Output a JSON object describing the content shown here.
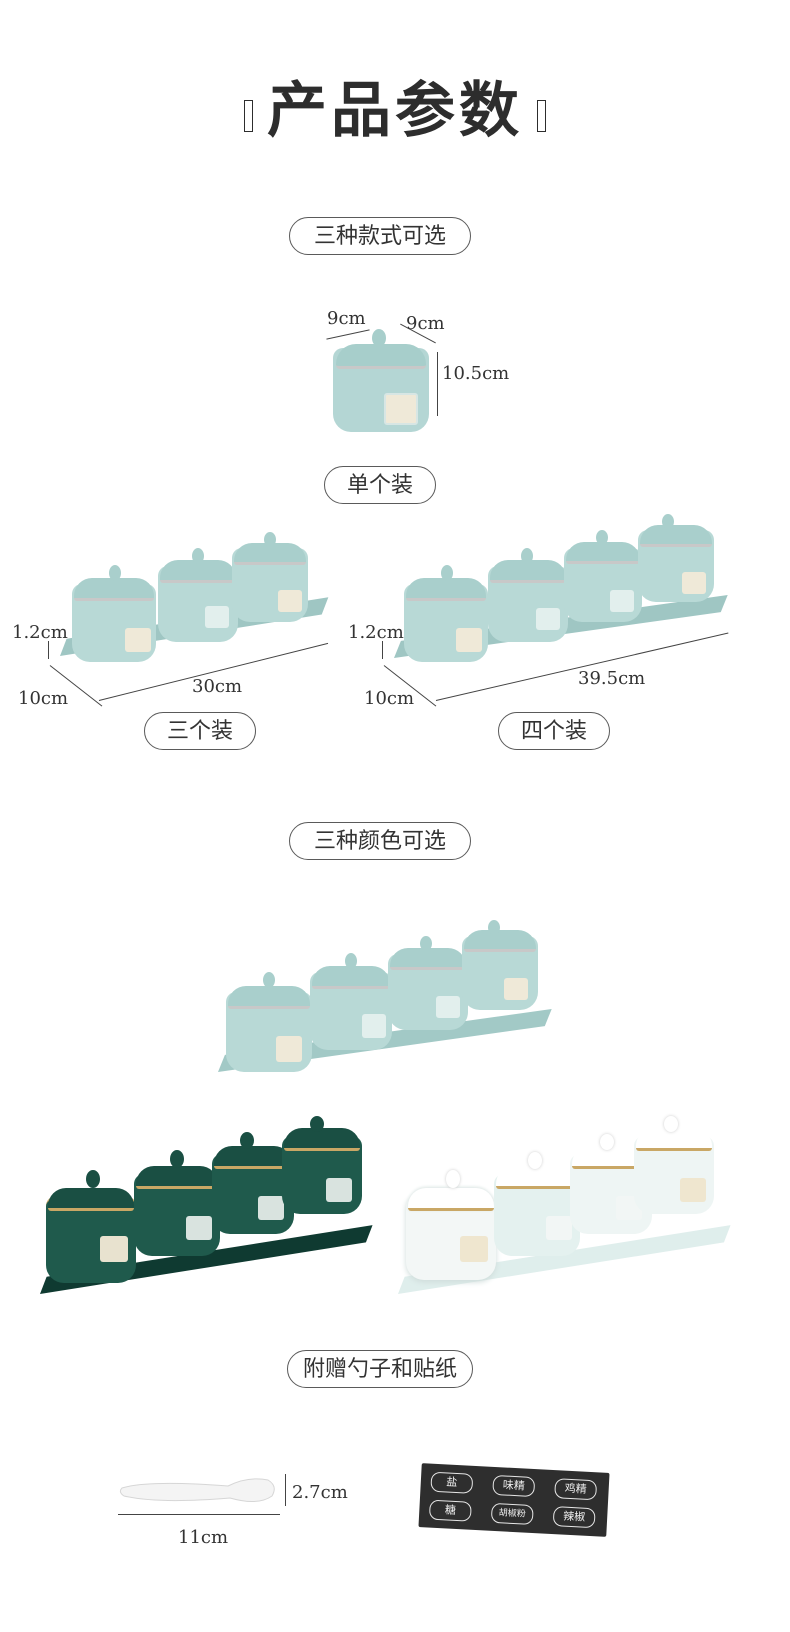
{
  "title": "产品参数",
  "section_styles": {
    "label": "三种款式可选",
    "single": {
      "label": "单个装",
      "depth": "9cm",
      "width": "9cm",
      "height": "10.5cm"
    },
    "three": {
      "label": "三个装",
      "tray_height": "1.2cm",
      "tray_depth": "10cm",
      "tray_length": "30cm"
    },
    "four": {
      "label": "四个装",
      "tray_height": "1.2cm",
      "tray_depth": "10cm",
      "tray_length": "39.5cm"
    }
  },
  "section_colors": {
    "label": "三种颜色可选",
    "colors": {
      "mint": "#a9cfcd",
      "green": "#1f5a4c",
      "white": "#eaf2f0"
    }
  },
  "section_gifts": {
    "label": "附赠勺子和贴纸",
    "spoon_length": "11cm",
    "spoon_height": "2.7cm",
    "stickers": [
      "盐",
      "味精",
      "鸡精",
      "糖",
      "胡椒粉",
      "辣椒"
    ]
  }
}
